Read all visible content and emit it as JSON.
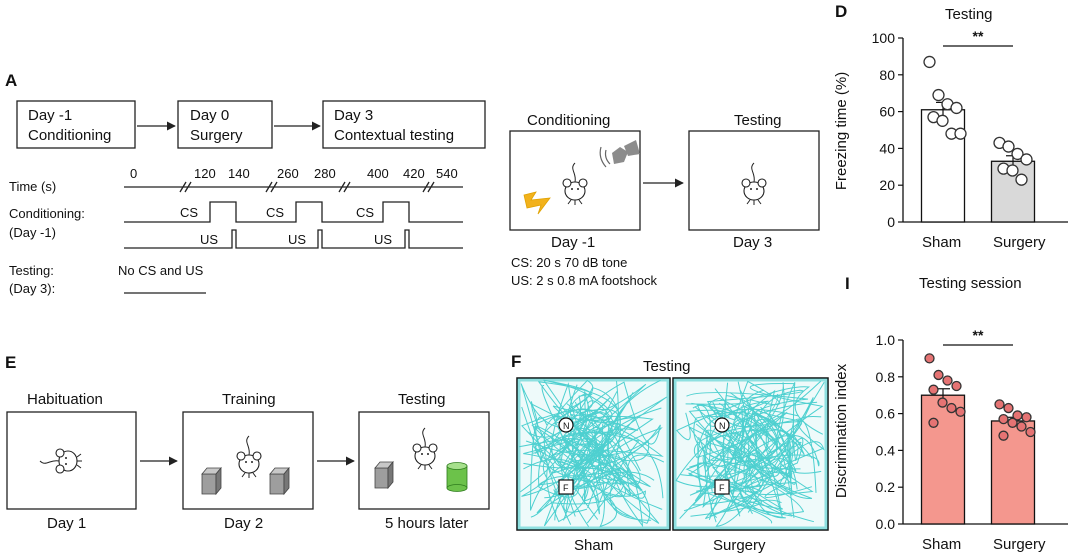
{
  "panelA": {
    "label": "A",
    "timeline": [
      {
        "line1": "Day -1",
        "line2": "Conditioning"
      },
      {
        "line1": "Day 0",
        "line2": "Surgery"
      },
      {
        "line1": "Day 3",
        "line2": "Contextual testing"
      }
    ],
    "time_label": "Time (s)",
    "ticks": [
      "0",
      "120",
      "140",
      "260",
      "280",
      "400",
      "420",
      "540"
    ],
    "cond_label1": "Conditioning:",
    "cond_label2": "(Day -1)",
    "cs": "CS",
    "us": "US",
    "test_label1": "Testing:",
    "test_label2": "(Day 3):",
    "test_note": "No CS and US",
    "scene_left_title": "Conditioning",
    "scene_right_title": "Testing",
    "scene_left_day": "Day -1",
    "scene_right_day": "Day 3",
    "cs_note": "CS: 20 s 70 dB tone",
    "us_note": "US: 2 s 0.8 mA footshock"
  },
  "panelE": {
    "label": "E",
    "stages": [
      {
        "title": "Habituation",
        "day": "Day 1"
      },
      {
        "title": "Training",
        "day": "Day 2"
      },
      {
        "title": "Testing",
        "day": "5 hours later"
      }
    ]
  },
  "panelF": {
    "label": "F",
    "title": "Testing",
    "arenas": [
      "Sham",
      "Surgery"
    ],
    "novel_marker": "N",
    "familiar_marker": "F"
  },
  "chart_data": [
    {
      "panel": "D",
      "type": "bar",
      "title": "Testing",
      "categories": [
        "Sham",
        "Surgery"
      ],
      "values": [
        61,
        33
      ],
      "errors": [
        4,
        3
      ],
      "points": [
        [
          87,
          69,
          64,
          62,
          57,
          55,
          48,
          48
        ],
        [
          43,
          41,
          37,
          34,
          29,
          28,
          23
        ]
      ],
      "ylabel": "Freezing time (%)",
      "ylim": [
        0,
        100
      ],
      "yticks": [
        "0",
        "20",
        "40",
        "60",
        "80",
        "100"
      ],
      "significance": "**",
      "colors": {
        "bar_sham": "#ffffff",
        "bar_surgery": "#d9d9d9",
        "points": "#ffffff"
      }
    },
    {
      "panel": "I",
      "type": "bar",
      "title": "Testing session",
      "categories": [
        "Sham",
        "Surgery"
      ],
      "values": [
        0.7,
        0.56
      ],
      "errors": [
        0.035,
        0.02
      ],
      "points": [
        [
          0.9,
          0.81,
          0.78,
          0.75,
          0.73,
          0.66,
          0.63,
          0.61,
          0.55
        ],
        [
          0.65,
          0.63,
          0.59,
          0.58,
          0.57,
          0.55,
          0.53,
          0.5,
          0.48
        ]
      ],
      "ylabel": "Discrimination index",
      "ylim": [
        0,
        1.0
      ],
      "yticks": [
        "0.0",
        "0.2",
        "0.4",
        "0.6",
        "0.8",
        "1.0"
      ],
      "significance": "**",
      "colors": {
        "bar": "#f4978e",
        "points": "#e57373"
      }
    }
  ]
}
